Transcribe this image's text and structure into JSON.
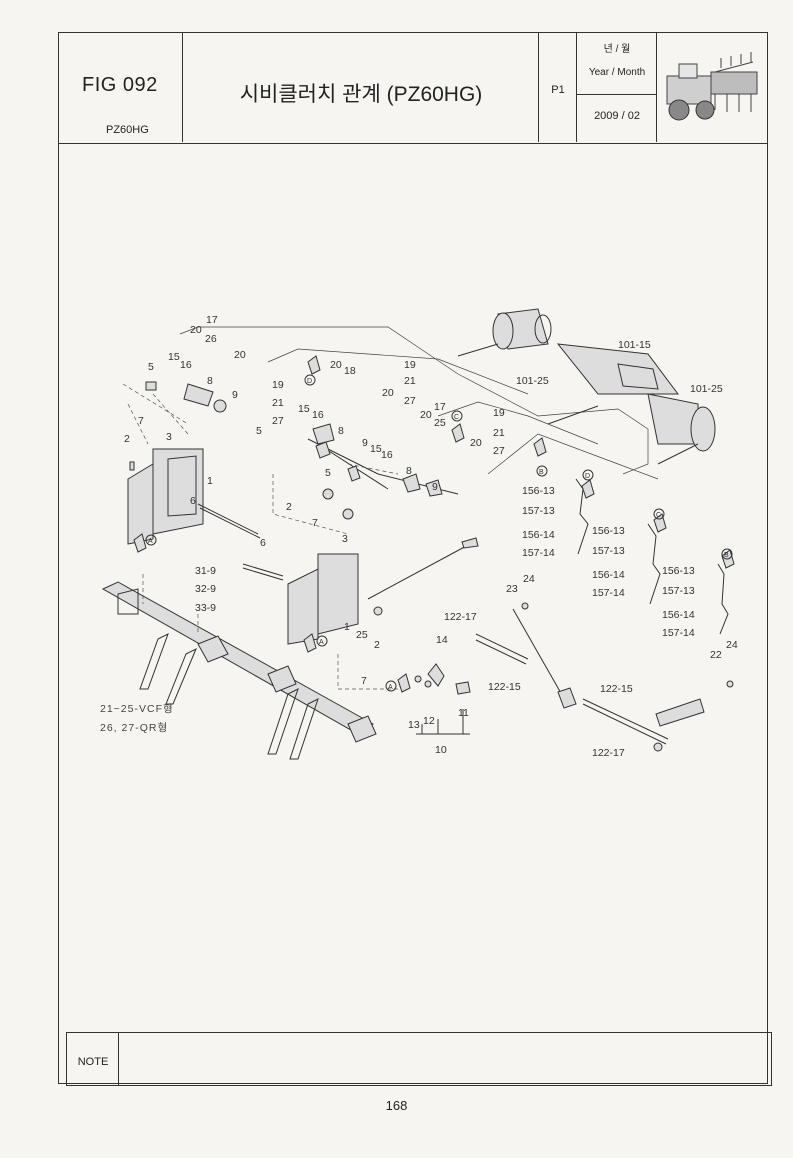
{
  "header": {
    "fig_number": "FIG 092",
    "model": "PZ60HG",
    "title": "시비클러치 관계 (PZ60HG)",
    "page_label": "P1",
    "date_label_kr": "년 / 월",
    "date_label_en": "Year / Month",
    "date_value": "2009 / 02"
  },
  "callouts": {
    "c17a": "17",
    "c20a": "20",
    "c26": "26",
    "c15a": "15",
    "c16a": "16",
    "c5a": "5",
    "c8a": "8",
    "c20b": "20",
    "c9a": "9",
    "c7a": "7",
    "c3a": "3",
    "c2a": "2",
    "c1a": "1",
    "c6a": "6",
    "c19a": "19",
    "c21a": "21",
    "c27a": "27",
    "c20c": "20",
    "c18": "18",
    "c19b": "19",
    "c21b": "21",
    "c27b": "27",
    "c15b": "15",
    "c16b": "16",
    "c5b": "5",
    "c8b": "8",
    "c9b": "9",
    "c15c": "15",
    "c16c": "16",
    "c20d": "20",
    "c17b": "17",
    "c20e": "20",
    "c25a": "25",
    "c19c": "19",
    "c21c": "21",
    "c27c": "27",
    "c20f": "20",
    "c5c": "5",
    "c2b": "2",
    "c7b": "7",
    "c8c": "8",
    "c9c": "9",
    "c3b": "3",
    "c101_15": "101-15",
    "c101_25a": "101-25",
    "c101_25b": "101-25",
    "c156_13a": "156-13",
    "c157_13a": "157-13",
    "c156_14a": "156-14",
    "c157_14a": "157-14",
    "c156_13b": "156-13",
    "c157_13b": "157-13",
    "c156_14b": "156-14",
    "c157_14b": "157-14",
    "c156_13c": "156-13",
    "c157_13c": "157-13",
    "c156_14c": "156-14",
    "c157_14c": "157-14",
    "c6b": "6",
    "c31_9": "31-9",
    "c32_9": "32-9",
    "c33_9": "33-9",
    "c1b": "1",
    "c25b": "25",
    "c2c": "2",
    "c7c": "7",
    "c122_17a": "122-17",
    "c122_15a": "122-15",
    "c23": "23",
    "c24a": "24",
    "c14": "14",
    "c13": "13",
    "c12": "12",
    "c11": "11",
    "c10": "10",
    "c122_15b": "122-15",
    "c122_17b": "122-17",
    "c22": "22",
    "c24b": "24",
    "mark_a1": "A",
    "mark_a2": "A",
    "mark_a3": "A",
    "mark_b1": "B",
    "mark_b2": "B",
    "mark_c1": "C",
    "mark_c2": "C",
    "mark_d1": "D",
    "mark_d2": "D"
  },
  "notes": {
    "vcf": "21~25-VCF형",
    "qr": "26, 27-QR형"
  },
  "note_label": "NOTE",
  "page_number": "168"
}
